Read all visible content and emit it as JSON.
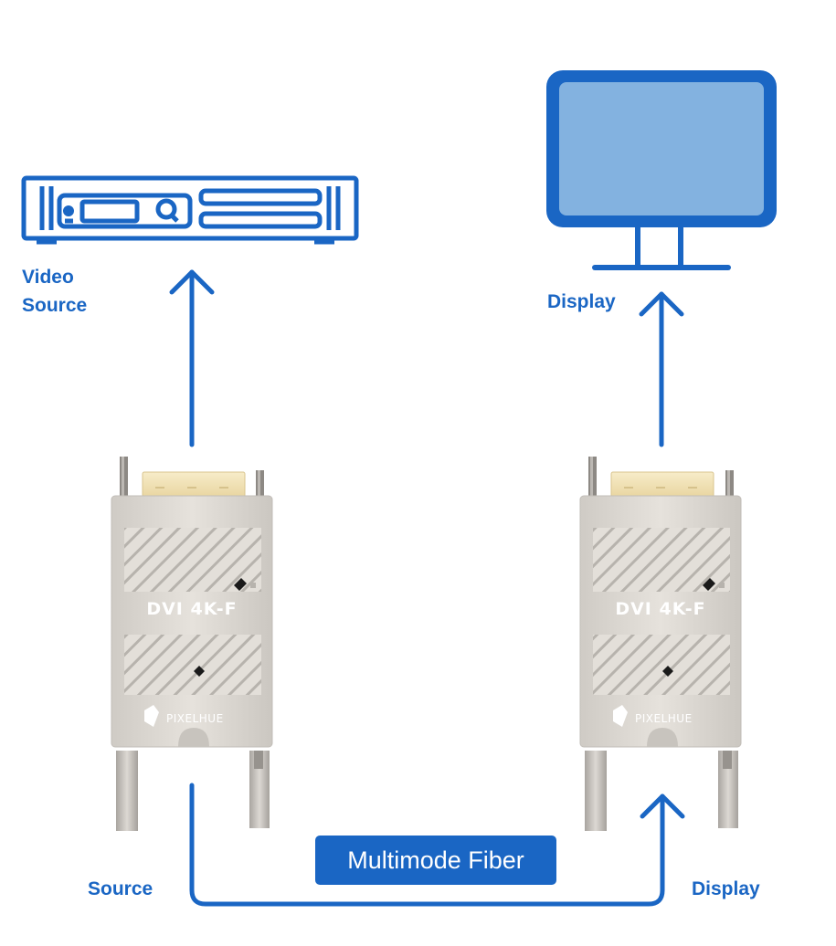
{
  "labels": {
    "video_source_line1": "Video",
    "video_source_line2": "Source",
    "display_top": "Display",
    "source_bottom": "Source",
    "display_bottom": "Display",
    "fiber": "Multimode Fiber"
  },
  "devices": {
    "left": {
      "model": "DVI 4K-F",
      "brand": "PIXELHUE"
    },
    "right": {
      "model": "DVI 4K-F",
      "brand": "PIXELHUE"
    }
  },
  "colors": {
    "accent": "#1a66c4",
    "screen": "#83b2e0",
    "device_body": "#dcd8d2",
    "connector": "#f2e2b6"
  },
  "icons": {
    "source": "video-source-rack-icon",
    "display": "monitor-icon"
  }
}
